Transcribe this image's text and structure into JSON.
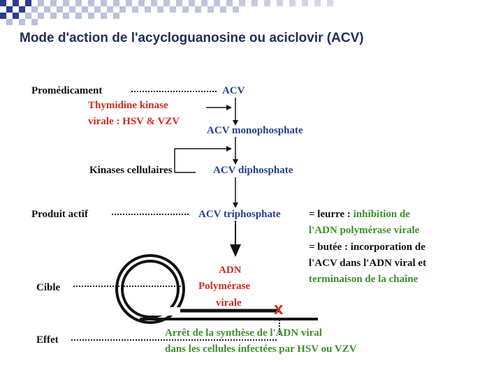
{
  "title": "Mode d'action de l'acycloguanosine ou aciclovir (ACV)",
  "labels": {
    "promedicament": "Promédicament",
    "kinases_cellulaires": "Kinases cellulaires",
    "produit_actif": "Produit actif",
    "cible": "Cible",
    "effet": "Effet"
  },
  "steps": {
    "acv": "ACV",
    "monophosphate": "ACV monophosphate",
    "diphosphate": "ACV diphosphate",
    "triphosphate": "ACV triphosphate"
  },
  "enzyme": {
    "line1": "Thymidine kinase",
    "line2": "virale : HSV & VZV"
  },
  "target": {
    "line1": "ADN",
    "line2": "Polymérase",
    "line3": "virale"
  },
  "mechanism": {
    "leurre_prefix": "= leurre : ",
    "leurre_text1": "inhibition de",
    "leurre_text2": "l'ADN polymérase virale",
    "butee_prefix": "= butée : ",
    "butee_text1": "incorporation de",
    "butee_text2": "l'ACV dans l'ADN viral et",
    "butee_text3": "terminaison de la chaîne"
  },
  "stop_mark": "x",
  "effect": {
    "line1": "Arrêt de la synthèse de l'ADN viral",
    "line2": "dans les cellules infectées par HSV ou VZV"
  },
  "colors": {
    "blue": "#24408e",
    "red": "#d42a1e",
    "green": "#3c8f2c",
    "title": "#1f2f5c"
  }
}
